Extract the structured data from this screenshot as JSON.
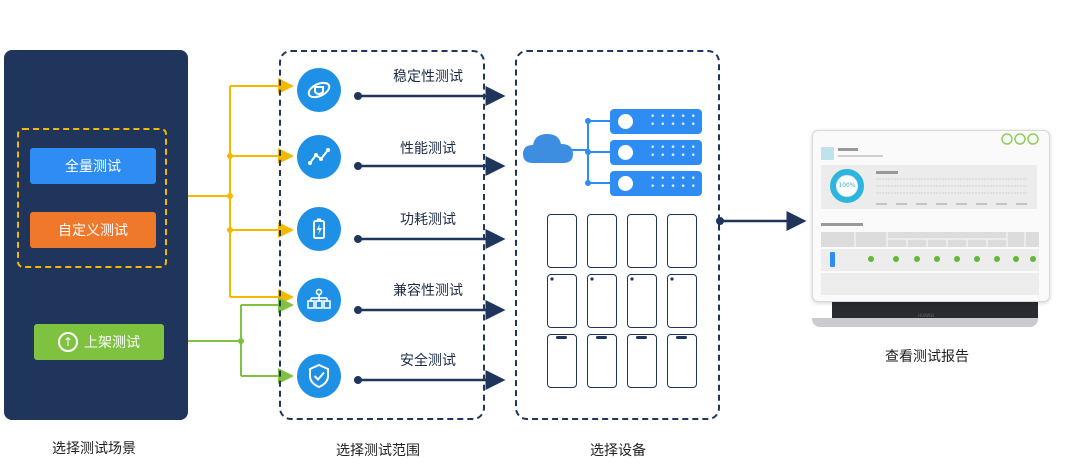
{
  "scenario": {
    "caption": "选择测试场景",
    "full_test": "全量测试",
    "custom_test": "自定义测试",
    "shelf_test": "上架测试"
  },
  "range": {
    "caption": "选择测试范围",
    "items": [
      {
        "label": "稳定性测试",
        "icon": "stability-icon"
      },
      {
        "label": "性能测试",
        "icon": "performance-icon"
      },
      {
        "label": "功耗测试",
        "icon": "battery-icon"
      },
      {
        "label": "兼容性测试",
        "icon": "compatibility-icon"
      },
      {
        "label": "安全测试",
        "icon": "security-shield-icon"
      }
    ]
  },
  "devices": {
    "caption": "选择设备"
  },
  "report": {
    "caption": "查看测试报告",
    "progress_label": "100%",
    "brand": "HUAWEI"
  },
  "colors": {
    "navy": "#1f355c",
    "blue": "#2f8cf2",
    "orange": "#f0782a",
    "green": "#7ec23f",
    "yellow": "#f5b800"
  }
}
